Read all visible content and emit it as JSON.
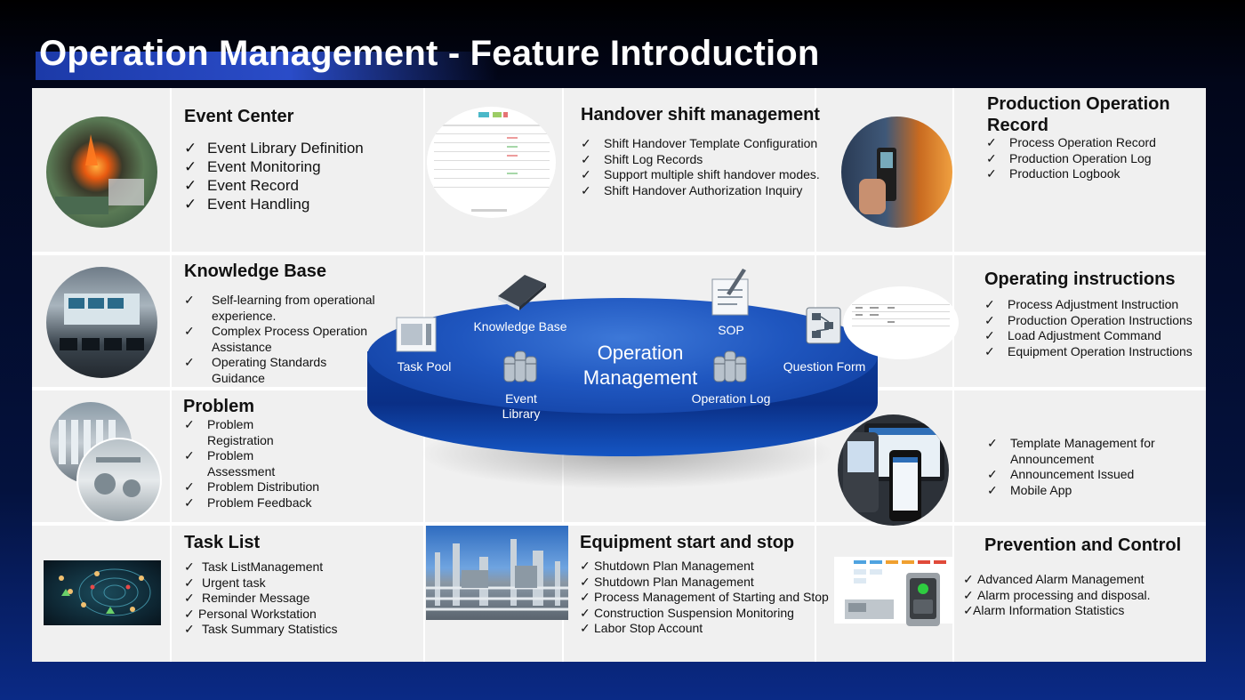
{
  "title": "Operation Management - Feature Introduction",
  "event_center": {
    "heading": "Event Center",
    "items": [
      "Event Library Definition",
      "Event Monitoring",
      "Event Record",
      "Event Handling"
    ]
  },
  "handover": {
    "heading": "Handover shift management",
    "items": [
      "Shift Handover Template Configuration",
      "Shift Log Records",
      "Support multiple shift handover modes.",
      "Shift Handover Authorization Inquiry"
    ]
  },
  "production_record": {
    "heading_line1": "Production Operation",
    "heading_line2": "Record",
    "items": [
      "Process Operation Record",
      "Production Operation Log",
      "Production Logbook"
    ]
  },
  "knowledge_base": {
    "heading": "Knowledge Base",
    "items": [
      {
        "line1": "Self-learning from operational",
        "line2": "experience."
      },
      {
        "line1": "Complex Process Operation",
        "line2": "Assistance"
      },
      {
        "line1": "Operating Standards",
        "line2": "Guidance"
      }
    ]
  },
  "operating_instructions": {
    "heading": "Operating instructions",
    "items": [
      "Process Adjustment Instruction",
      "Production Operation Instructions",
      "Load Adjustment Command",
      "Equipment Operation Instructions"
    ]
  },
  "problem": {
    "heading": "Problem",
    "items": [
      {
        "line1": "Problem",
        "line2": "Registration"
      },
      {
        "line1": "Problem",
        "line2": "Assessment"
      },
      {
        "line1": "Problem Distribution",
        "line2": ""
      },
      {
        "line1": "Problem Feedback",
        "line2": ""
      }
    ]
  },
  "announcement": {
    "items": [
      {
        "line1": "Template Management for",
        "line2": "Announcement"
      },
      {
        "line1": "Announcement Issued",
        "line2": ""
      },
      {
        "line1": "Mobile App",
        "line2": ""
      }
    ]
  },
  "task_list": {
    "heading": "Task List",
    "items": [
      "Task ListManagement",
      "Urgent task",
      "Reminder Message",
      "Personal Workstation",
      "Task Summary Statistics"
    ]
  },
  "equipment": {
    "heading": "Equipment start and stop",
    "items": [
      "Shutdown Plan Management",
      "Shutdown Plan Management",
      "Process Management of Starting and Stop",
      "Construction Suspension Monitoring",
      "Labor Stop Account"
    ]
  },
  "prevention": {
    "heading": "Prevention and Control",
    "items": [
      "Advanced Alarm Management",
      "Alarm processing and disposal.",
      "Alarm Information Statistics"
    ]
  },
  "center": {
    "title_line1": "Operation",
    "title_line2": "Management",
    "task_pool": "Task Pool",
    "knowledge_base": "Knowledge Base",
    "sop": "SOP",
    "question_form": "Question Form",
    "event_library_line1": "Event",
    "event_library_line2": "Library",
    "operation_log": "Operation Log"
  },
  "check_mark": "✓",
  "colors": {
    "disc_blue": "#1f56bf",
    "panel": "#f0f0f0",
    "title_bar": "#2a4cc8"
  }
}
